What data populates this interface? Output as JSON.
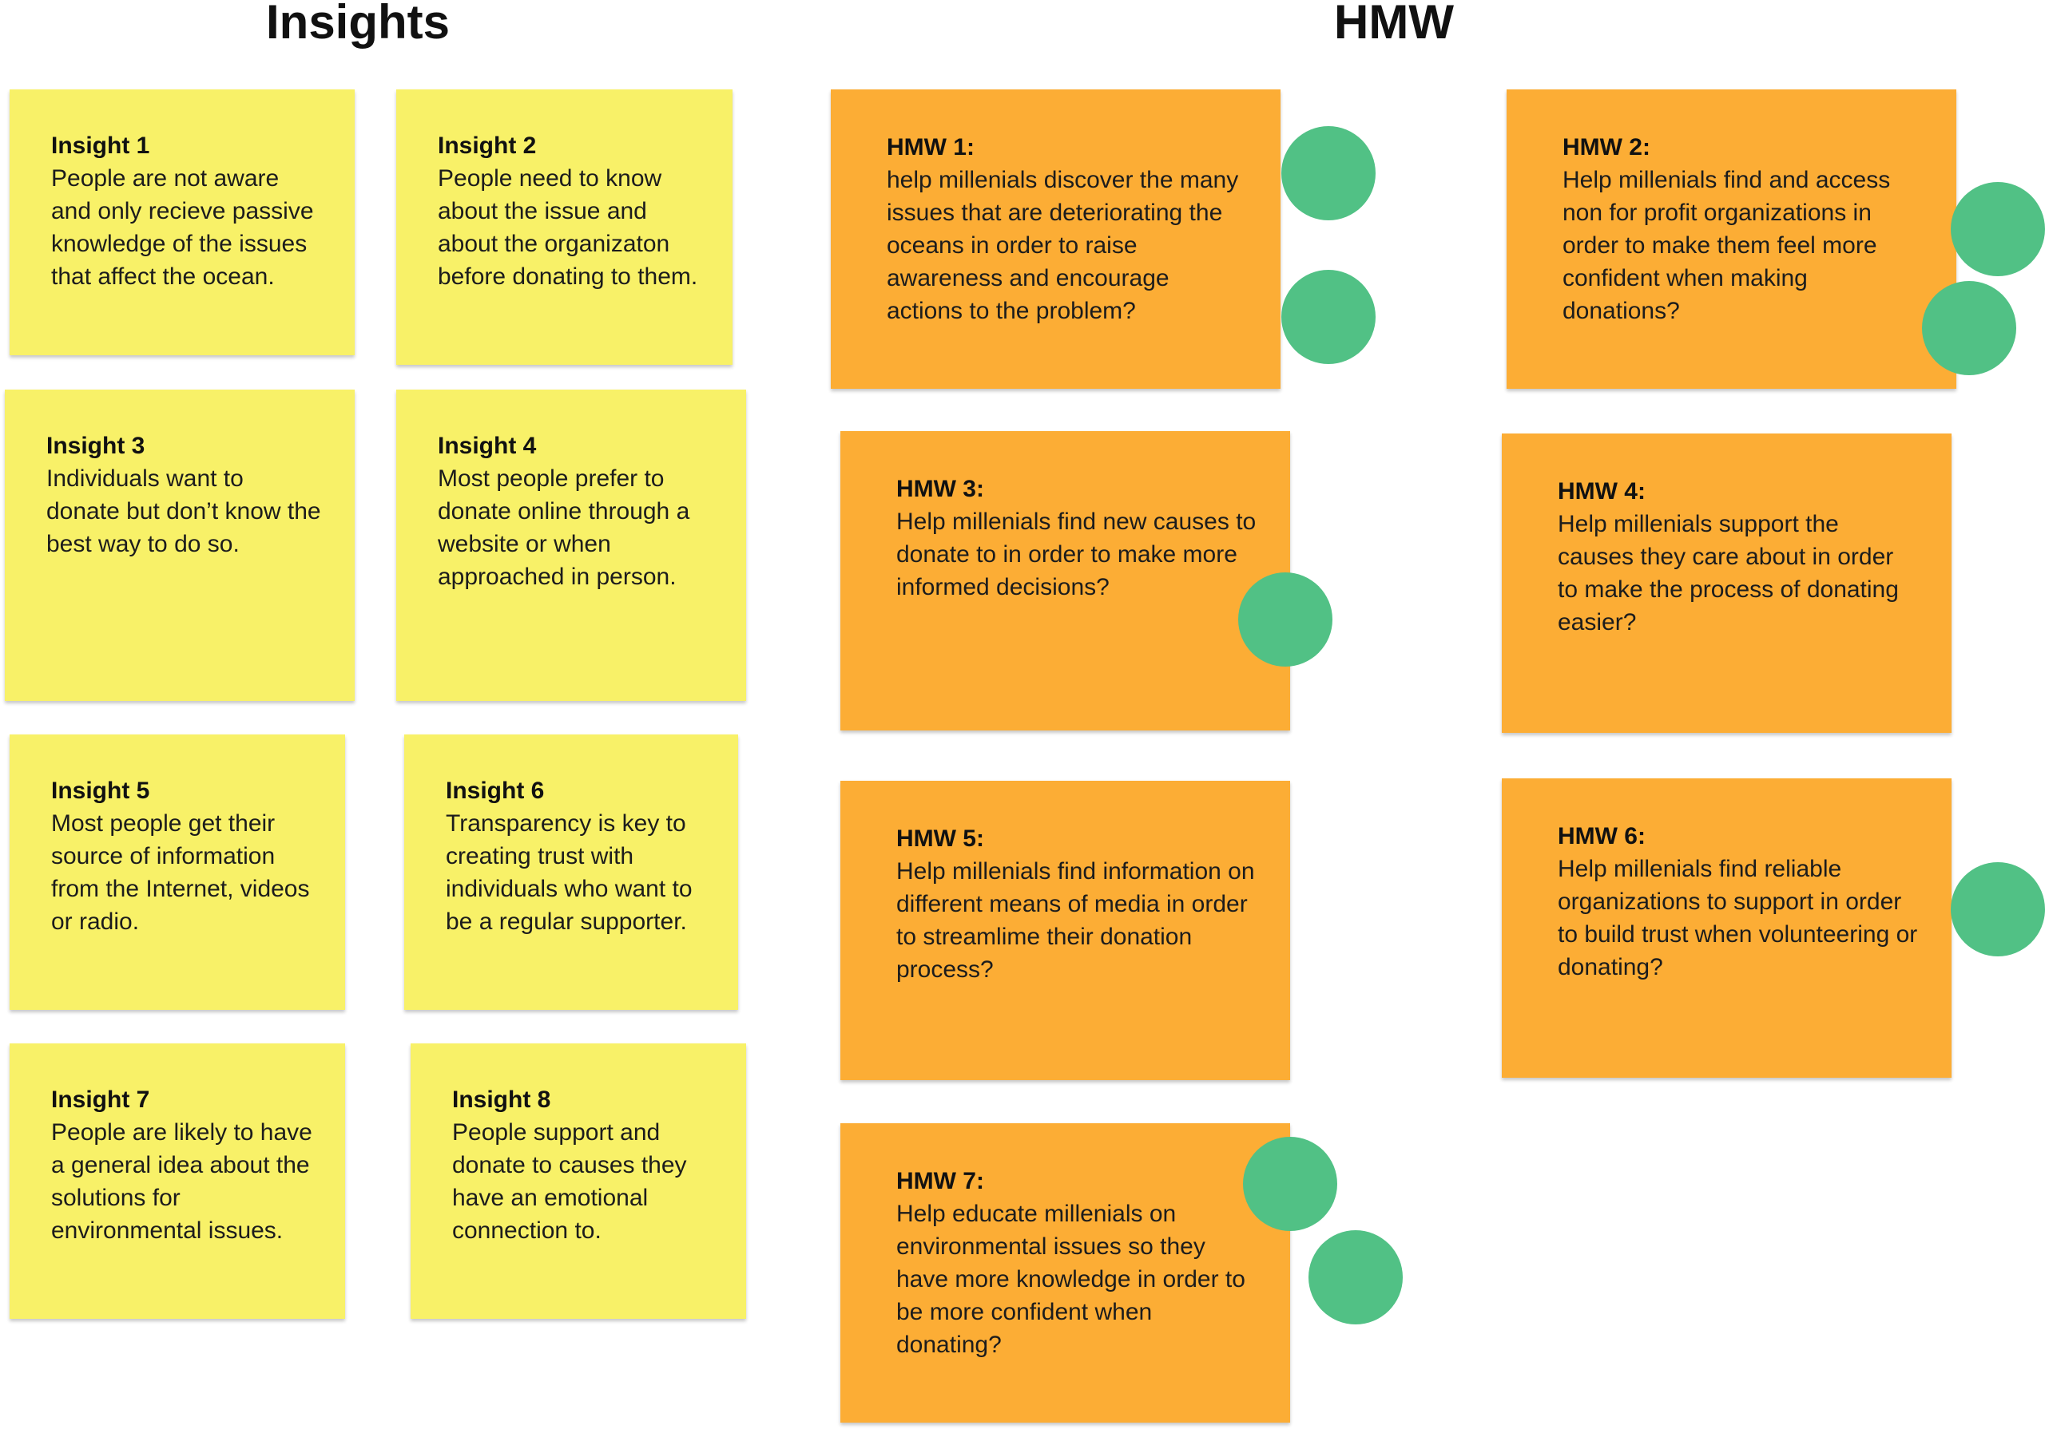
{
  "colors": {
    "insight_note": "#F8F168",
    "hmw_note": "#FCAD35",
    "vote_dot": "#51C185"
  },
  "insights_title": "Insights",
  "hmw_title": "HMW",
  "insights": [
    {
      "title": "Insight 1",
      "body": "People are not aware and only recieve passive knowledge of the issues that affect the ocean."
    },
    {
      "title": "Insight 2",
      "body": "People need to know about the issue and about the organizaton before donating to them."
    },
    {
      "title": "Insight 3",
      "body": "Individuals want to donate but don’t know the best way to do so."
    },
    {
      "title": "Insight 4",
      "body": "Most people prefer to donate online through a website or when approached in person."
    },
    {
      "title": "Insight 5",
      "body": "Most people get their source of information from the Internet, videos or radio."
    },
    {
      "title": "Insight 6",
      "body": "Transparency is key to creating trust with individuals who want to be a regular supporter."
    },
    {
      "title": "Insight 7",
      "body": "People are likely to have a general idea about the solutions for environmental issues."
    },
    {
      "title": "Insight 8",
      "body": "People support and donate to causes they have an emotional connection to."
    }
  ],
  "hmws": [
    {
      "title": "HMW 1:",
      "body": "help millenials discover the many issues that are deteriorating the oceans in order to raise awareness and encourage actions to the problem?",
      "votes": 2
    },
    {
      "title": "HMW 2:",
      "body": "Help millenials find and access non for profit organizations in order to make them feel more confident when making donations?",
      "votes": 2
    },
    {
      "title": "HMW 3:",
      "body": "Help millenials find new causes to donate to in order to make more informed decisions?",
      "votes": 1
    },
    {
      "title": "HMW 4:",
      "body": "Help millenials support the causes they care about in order to make the process of donating easier?",
      "votes": 0
    },
    {
      "title": "HMW 5:",
      "body": "Help millenials find information on different means of media in order to streamlime their donation process?",
      "votes": 0
    },
    {
      "title": "HMW 6:",
      "body": "Help millenials find reliable organizations to support in order to build trust when volunteering or donating?",
      "votes": 1
    },
    {
      "title": "HMW 7:",
      "body": "Help educate millenials on environmental issues so they have more knowledge in order to be more confident when donating?",
      "votes": 2
    }
  ]
}
